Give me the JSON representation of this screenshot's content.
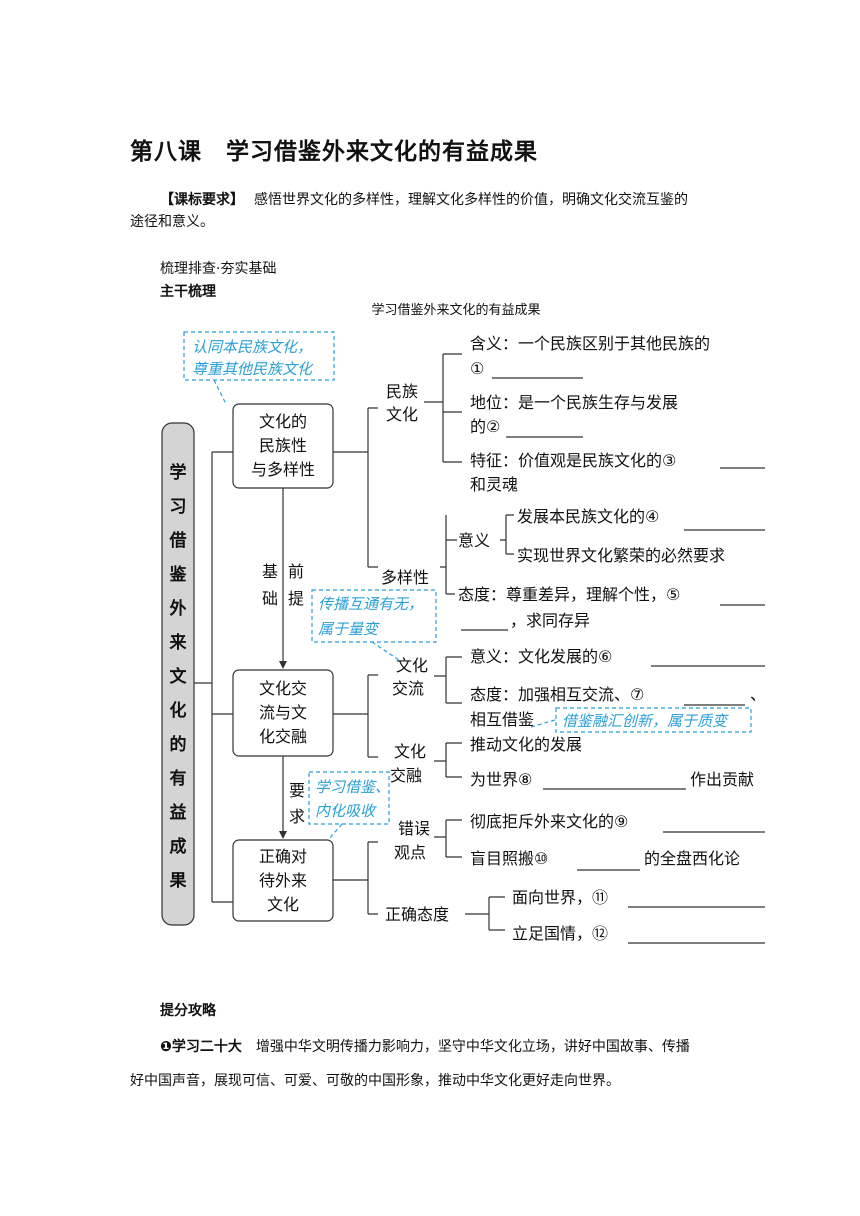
{
  "lesson_title": "第八课　学习借鉴外来文化的有益成果",
  "requirement": {
    "label": "【课标要求】",
    "text_line1": "感悟世界文化的多样性，理解文化多样性的价值，明确文化交流互鉴的",
    "text_line2": "途径和意义。"
  },
  "sections": {
    "review": "梳理排查·夯实基础",
    "main_outline": "主干梳理",
    "tips": "提分攻略"
  },
  "diagram": {
    "caption": "学习借鉴外来文化的有益成果",
    "root": [
      "学",
      "习",
      "借",
      "鉴",
      "外",
      "来",
      "文",
      "化",
      "的",
      "有",
      "益",
      "成",
      "果"
    ],
    "box1": [
      "文化的",
      "民族性",
      "与多样性"
    ],
    "box2": [
      "文化交",
      "流与文",
      "化交融"
    ],
    "box3": [
      "正确对",
      "待外来",
      "文化"
    ],
    "basis_label": [
      "基",
      "础"
    ],
    "premise_label": [
      "前",
      "提"
    ],
    "require_label": [
      "要",
      "求"
    ],
    "nation_culture": [
      "民族",
      "文化"
    ],
    "nation_meaning": [
      "含义：一个民族区别于其他民族的",
      "①"
    ],
    "nation_status": [
      "地位：是一个民族生存与发展",
      "的②"
    ],
    "nation_feature": [
      "特征：价值观是民族文化的③",
      "和灵魂"
    ],
    "diversity": "多样性",
    "meaning_label": "意义",
    "diversity_m1": "发展本民族文化的④",
    "diversity_m2": "实现世界文化繁荣的必然要求",
    "diversity_attitude": [
      "态度：尊重差异，理解个性，⑤",
      "，求同存异"
    ],
    "exchange": [
      "文化",
      "交流"
    ],
    "exchange_meaning": "意义：文化发展的⑥",
    "exchange_attitude": [
      "态度：加强相互交流、⑦",
      "、",
      "相互借鉴"
    ],
    "fusion": [
      "文化",
      "交融"
    ],
    "fusion_1": "推动文化的发展",
    "fusion_2a": "为世界⑧",
    "fusion_2b": "作出贡献",
    "wrong_view": [
      "错误",
      "观点"
    ],
    "wrong_1": "彻底拒斥外来文化的⑨",
    "wrong_2a": "盲目照搬⑩",
    "wrong_2b": "的全盘西化论",
    "right_attitude": "正确态度",
    "right_1": "面向世界，⑪",
    "right_2": "立足国情，⑫",
    "note_1": [
      "认同本民族文化，",
      "尊重其他民族文化"
    ],
    "note_2": [
      "传播互通有无，",
      "属于量变"
    ],
    "note_3": "借鉴融汇创新，属于质变",
    "note_4": [
      "学习借鉴、",
      "内化吸收"
    ]
  },
  "tip_item": {
    "label": "❶学习二十大",
    "text_line1": "增强中华文明传播力影响力，坚守中华文化立场，讲好中国故事、传播",
    "text_line2": "好中国声音，展现可信、可爱、可敬的中国形象，推动中华文化更好走向世界。"
  },
  "colors": {
    "note": "#2a9fd6",
    "root_fill": "#d4d4d4",
    "line": "#333333"
  }
}
